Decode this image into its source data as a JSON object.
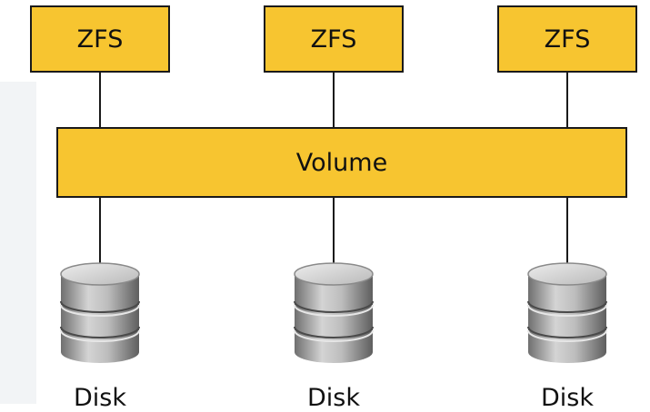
{
  "colors": {
    "box_fill": "#f7c530",
    "line": "#1a1a1a"
  },
  "zfs_boxes": [
    {
      "label": "ZFS"
    },
    {
      "label": "ZFS"
    },
    {
      "label": "ZFS"
    }
  ],
  "volume": {
    "label": "Volume"
  },
  "disks": [
    {
      "label": "Disk",
      "icon": "disk-icon"
    },
    {
      "label": "Disk",
      "icon": "disk-icon"
    },
    {
      "label": "Disk",
      "icon": "disk-icon"
    }
  ]
}
